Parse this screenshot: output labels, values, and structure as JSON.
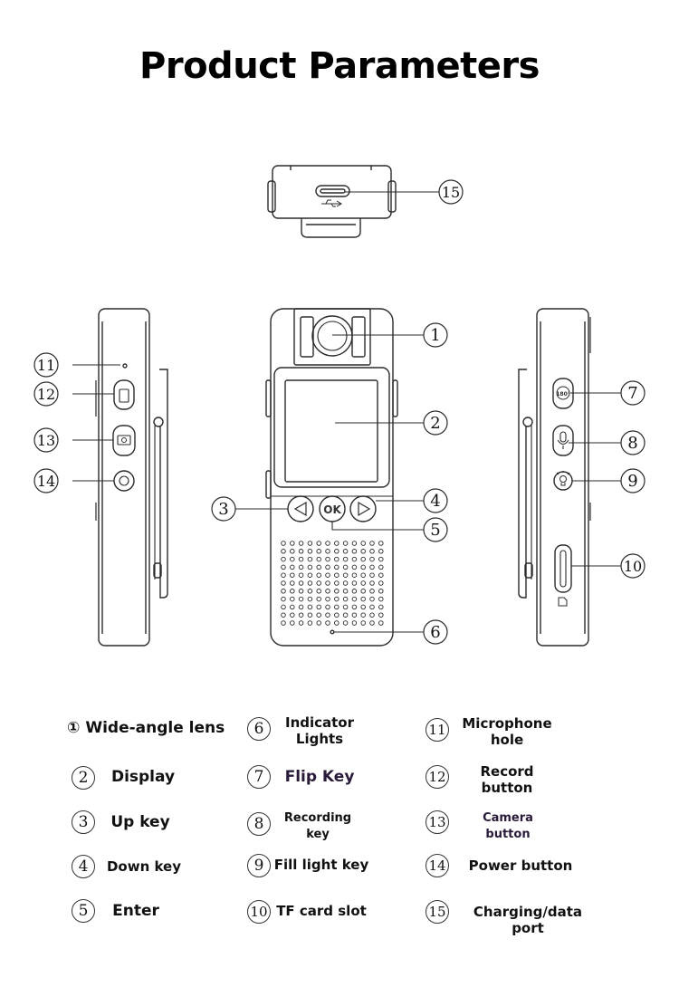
{
  "title": "Product Parameters",
  "callouts": [
    "1",
    "2",
    "3",
    "4",
    "5",
    "6",
    "7",
    "8",
    "9",
    "10",
    "11",
    "12",
    "13",
    "14",
    "15"
  ],
  "ok_label": "OK",
  "flip_label": "180°",
  "legend": [
    {
      "num": "①",
      "text": "Wide-angle lens"
    },
    {
      "num": "2",
      "text": "Display"
    },
    {
      "num": "3",
      "text": "Up key"
    },
    {
      "num": "4",
      "text": "Down key"
    },
    {
      "num": "5",
      "text": "Enter"
    },
    {
      "num": "6",
      "text": "Indicator\nLights"
    },
    {
      "num": "7",
      "text": "Flip Key"
    },
    {
      "num": "8",
      "text": "Recording\nkey"
    },
    {
      "num": "9",
      "text": "Fill light key"
    },
    {
      "num": "10",
      "text": "TF card slot"
    },
    {
      "num": "11",
      "text": "Microphone\nhole"
    },
    {
      "num": "12",
      "text": "Record\nbutton"
    },
    {
      "num": "13",
      "text": "Camera\nbutton"
    },
    {
      "num": "14",
      "text": "Power button"
    },
    {
      "num": "15",
      "text": "Charging/data port"
    }
  ]
}
